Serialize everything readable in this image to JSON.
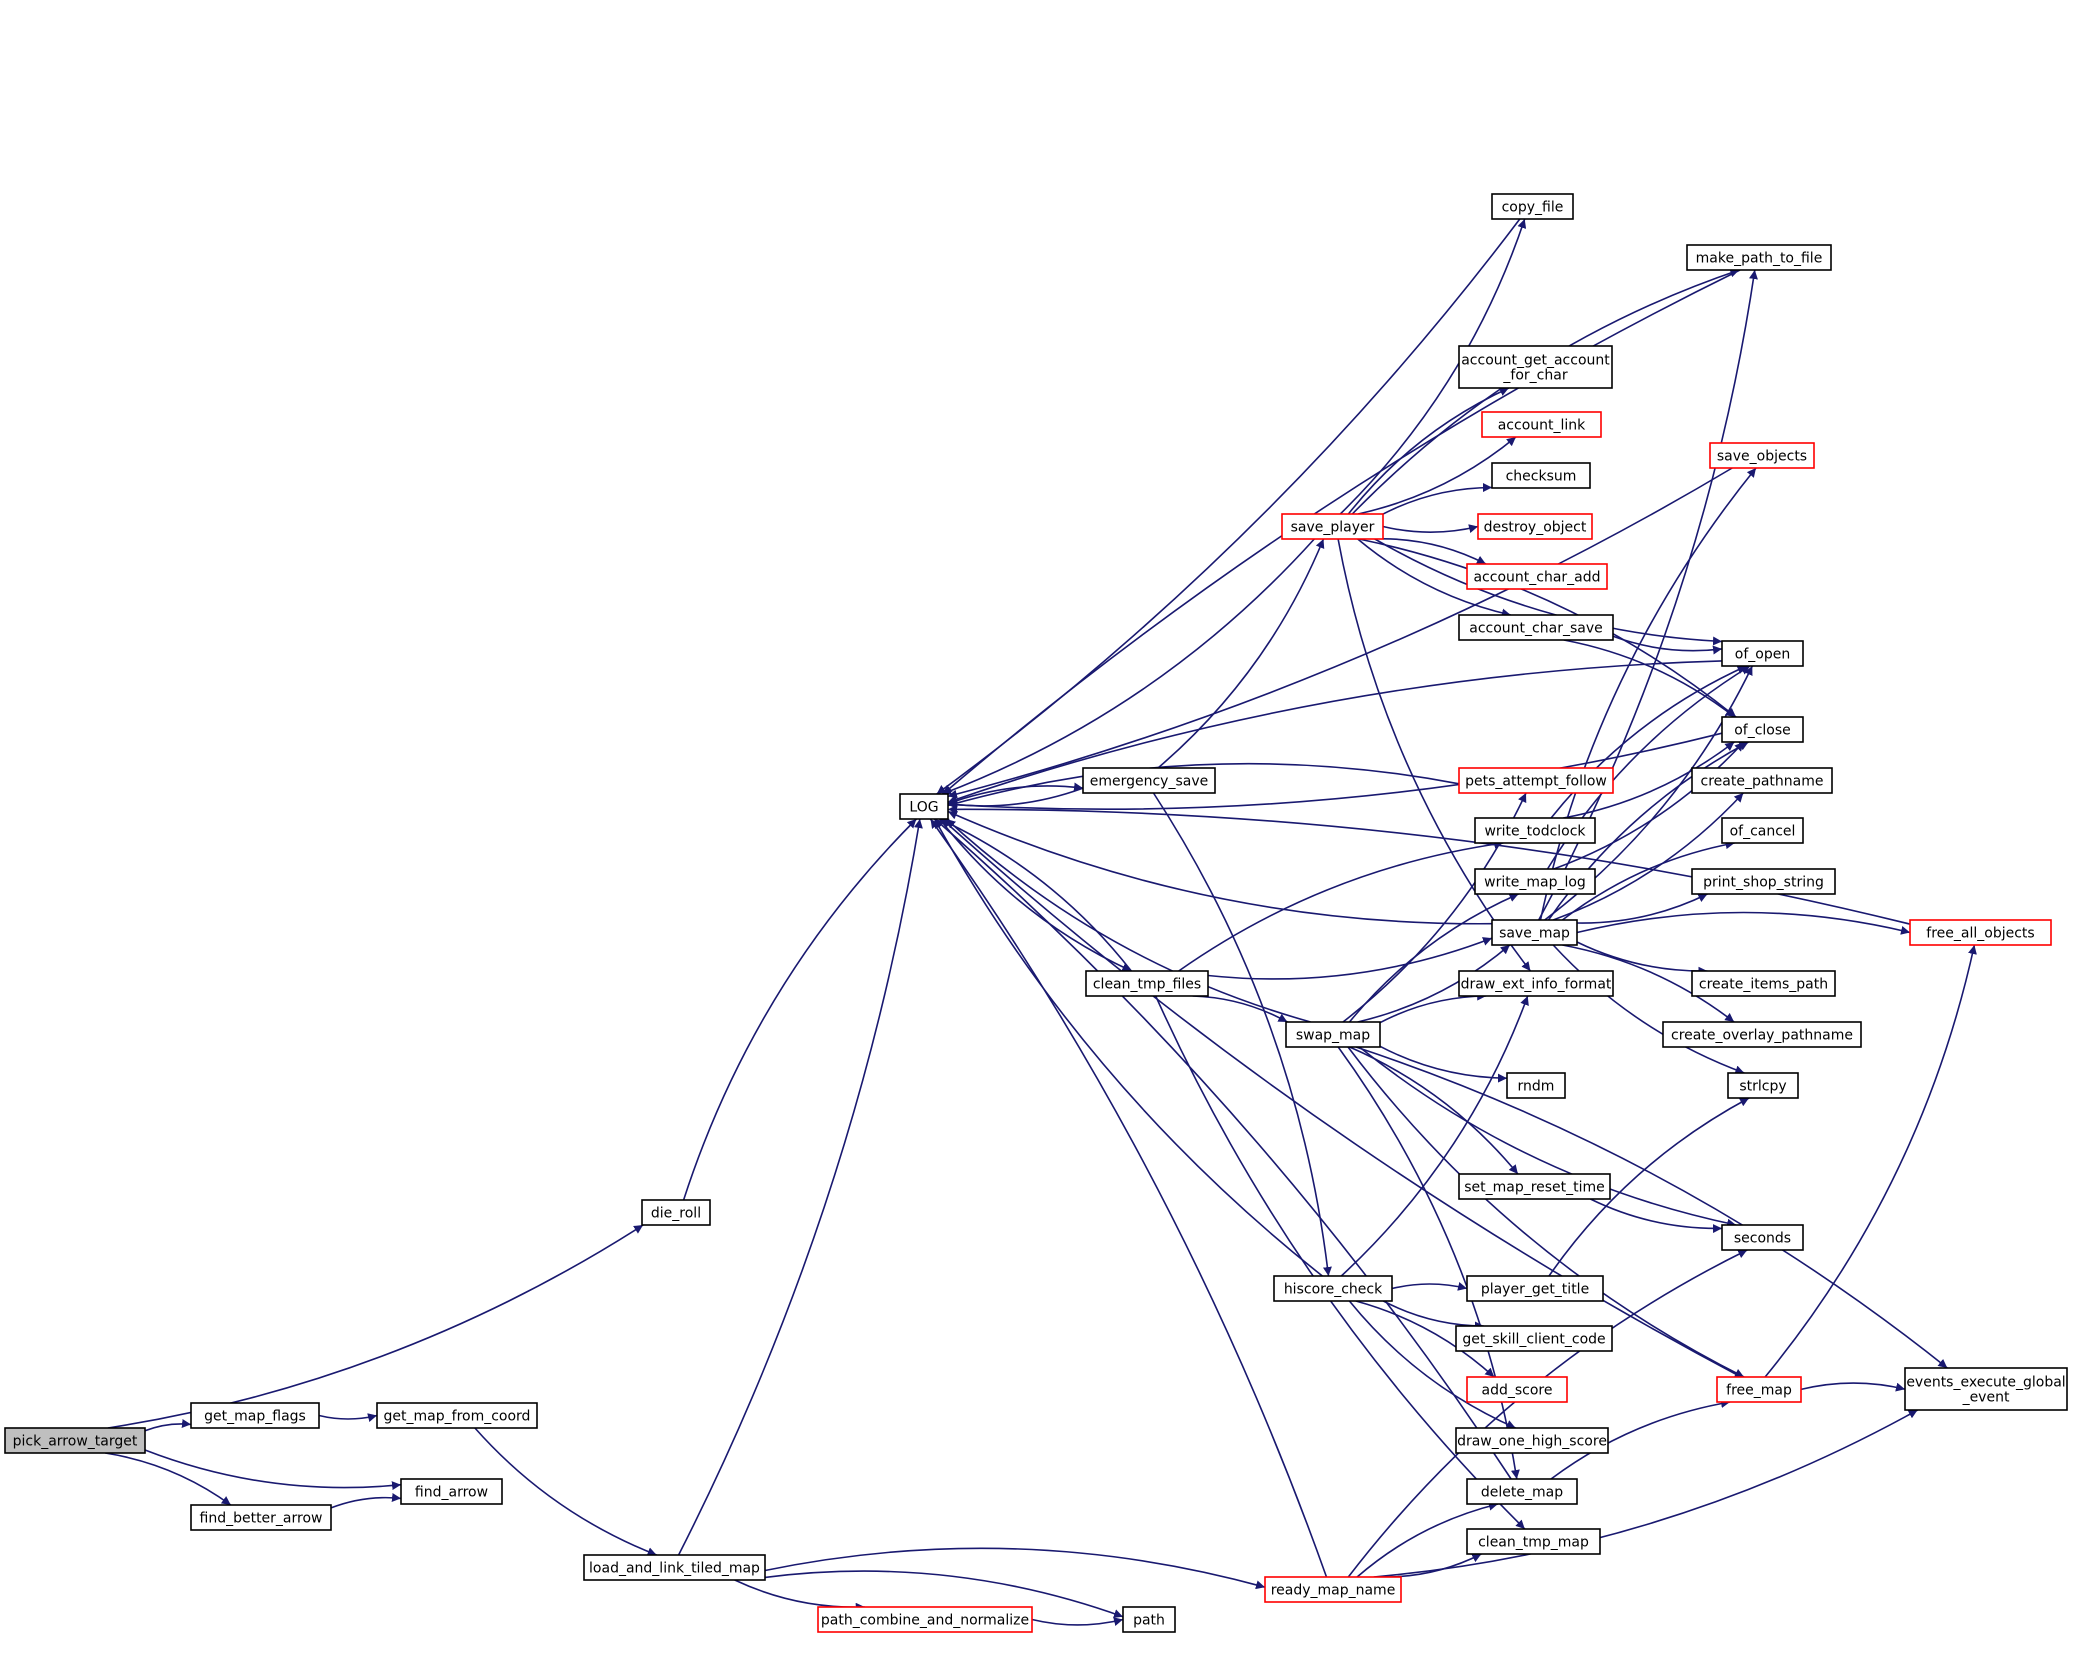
{
  "graph": {
    "edge_color": "#191970",
    "truncated_border_color": "#ff0000",
    "root_fill_color": "#bfbfbf",
    "nodes": [
      {
        "id": "pick_arrow_target",
        "lines": [
          "pick_arrow_target"
        ],
        "root": true
      },
      {
        "id": "die_roll",
        "lines": [
          "die_roll"
        ]
      },
      {
        "id": "get_map_flags",
        "lines": [
          "get_map_flags"
        ]
      },
      {
        "id": "get_map_from_coord",
        "lines": [
          "get_map_from_coord"
        ]
      },
      {
        "id": "find_arrow",
        "lines": [
          "find_arrow"
        ]
      },
      {
        "id": "find_better_arrow",
        "lines": [
          "find_better_arrow"
        ]
      },
      {
        "id": "load_and_link_tiled_map",
        "lines": [
          "load_and_link_tiled_map"
        ]
      },
      {
        "id": "path_combine_and_normalize",
        "lines": [
          "path_combine_and_normalize"
        ],
        "truncated": true
      },
      {
        "id": "path",
        "lines": [
          "path"
        ]
      },
      {
        "id": "LOG",
        "lines": [
          "LOG"
        ]
      },
      {
        "id": "emergency_save",
        "lines": [
          "emergency_save"
        ]
      },
      {
        "id": "clean_tmp_files",
        "lines": [
          "clean_tmp_files"
        ]
      },
      {
        "id": "swap_map",
        "lines": [
          "swap_map"
        ]
      },
      {
        "id": "hiscore_check",
        "lines": [
          "hiscore_check"
        ]
      },
      {
        "id": "ready_map_name",
        "lines": [
          "ready_map_name"
        ],
        "truncated": true
      },
      {
        "id": "save_player",
        "lines": [
          "save_player"
        ],
        "truncated": true
      },
      {
        "id": "copy_file",
        "lines": [
          "copy_file"
        ]
      },
      {
        "id": "account_get_account_for_char",
        "lines": [
          "account_get_account",
          "_for_char"
        ]
      },
      {
        "id": "account_link",
        "lines": [
          "account_link"
        ],
        "truncated": true
      },
      {
        "id": "checksum",
        "lines": [
          "checksum"
        ]
      },
      {
        "id": "destroy_object",
        "lines": [
          "destroy_object"
        ],
        "truncated": true
      },
      {
        "id": "account_char_add",
        "lines": [
          "account_char_add"
        ],
        "truncated": true
      },
      {
        "id": "account_char_save",
        "lines": [
          "account_char_save"
        ]
      },
      {
        "id": "pets_attempt_follow",
        "lines": [
          "pets_attempt_follow"
        ],
        "truncated": true
      },
      {
        "id": "write_todclock",
        "lines": [
          "write_todclock"
        ]
      },
      {
        "id": "write_map_log",
        "lines": [
          "write_map_log"
        ]
      },
      {
        "id": "save_map",
        "lines": [
          "save_map"
        ]
      },
      {
        "id": "draw_ext_info_format",
        "lines": [
          "draw_ext_info_format"
        ]
      },
      {
        "id": "rndm",
        "lines": [
          "rndm"
        ]
      },
      {
        "id": "set_map_reset_time",
        "lines": [
          "set_map_reset_time"
        ]
      },
      {
        "id": "player_get_title",
        "lines": [
          "player_get_title"
        ]
      },
      {
        "id": "get_skill_client_code",
        "lines": [
          "get_skill_client_code"
        ]
      },
      {
        "id": "add_score",
        "lines": [
          "add_score"
        ],
        "truncated": true
      },
      {
        "id": "draw_one_high_score",
        "lines": [
          "draw_one_high_score"
        ]
      },
      {
        "id": "delete_map",
        "lines": [
          "delete_map"
        ]
      },
      {
        "id": "clean_tmp_map",
        "lines": [
          "clean_tmp_map"
        ]
      },
      {
        "id": "make_path_to_file",
        "lines": [
          "make_path_to_file"
        ]
      },
      {
        "id": "save_objects",
        "lines": [
          "save_objects"
        ],
        "truncated": true
      },
      {
        "id": "of_open",
        "lines": [
          "of_open"
        ]
      },
      {
        "id": "of_close",
        "lines": [
          "of_close"
        ]
      },
      {
        "id": "create_pathname",
        "lines": [
          "create_pathname"
        ]
      },
      {
        "id": "of_cancel",
        "lines": [
          "of_cancel"
        ]
      },
      {
        "id": "print_shop_string",
        "lines": [
          "print_shop_string"
        ]
      },
      {
        "id": "create_items_path",
        "lines": [
          "create_items_path"
        ]
      },
      {
        "id": "create_overlay_pathname",
        "lines": [
          "create_overlay_pathname"
        ]
      },
      {
        "id": "strlcpy",
        "lines": [
          "strlcpy"
        ]
      },
      {
        "id": "seconds",
        "lines": [
          "seconds"
        ]
      },
      {
        "id": "free_map",
        "lines": [
          "free_map"
        ],
        "truncated": true
      },
      {
        "id": "free_all_objects",
        "lines": [
          "free_all_objects"
        ],
        "truncated": true
      },
      {
        "id": "events_execute_global_event",
        "lines": [
          "events_execute_global",
          "_event"
        ]
      }
    ],
    "edges": [
      [
        "pick_arrow_target",
        "die_roll"
      ],
      [
        "pick_arrow_target",
        "get_map_flags"
      ],
      [
        "pick_arrow_target",
        "find_arrow"
      ],
      [
        "pick_arrow_target",
        "find_better_arrow"
      ],
      [
        "get_map_flags",
        "get_map_from_coord"
      ],
      [
        "find_better_arrow",
        "find_arrow"
      ],
      [
        "get_map_from_coord",
        "load_and_link_tiled_map"
      ],
      [
        "die_roll",
        "LOG"
      ],
      [
        "load_and_link_tiled_map",
        "LOG"
      ],
      [
        "load_and_link_tiled_map",
        "path"
      ],
      [
        "load_and_link_tiled_map",
        "path_combine_and_normalize"
      ],
      [
        "load_and_link_tiled_map",
        "ready_map_name"
      ],
      [
        "path_combine_and_normalize",
        "path"
      ],
      [
        "LOG",
        "emergency_save"
      ],
      [
        "LOG",
        "clean_tmp_files"
      ],
      [
        "emergency_save",
        "LOG"
      ],
      [
        "emergency_save",
        "save_player"
      ],
      [
        "emergency_save",
        "hiscore_check"
      ],
      [
        "clean_tmp_files",
        "LOG"
      ],
      [
        "clean_tmp_files",
        "write_todclock"
      ],
      [
        "clean_tmp_files",
        "save_map"
      ],
      [
        "clean_tmp_files",
        "swap_map"
      ],
      [
        "clean_tmp_files",
        "clean_tmp_map"
      ],
      [
        "save_player",
        "LOG"
      ],
      [
        "save_player",
        "copy_file"
      ],
      [
        "save_player",
        "make_path_to_file"
      ],
      [
        "save_player",
        "of_open"
      ],
      [
        "save_player",
        "account_get_account_for_char"
      ],
      [
        "save_player",
        "account_link"
      ],
      [
        "save_player",
        "checksum"
      ],
      [
        "save_player",
        "destroy_object"
      ],
      [
        "save_player",
        "account_char_add"
      ],
      [
        "save_player",
        "account_char_save"
      ],
      [
        "save_player",
        "of_close"
      ],
      [
        "save_player",
        "draw_ext_info_format"
      ],
      [
        "copy_file",
        "LOG"
      ],
      [
        "account_char_save",
        "of_open"
      ],
      [
        "account_char_save",
        "of_close"
      ],
      [
        "pets_attempt_follow",
        "LOG"
      ],
      [
        "write_todclock",
        "of_open"
      ],
      [
        "write_todclock",
        "of_close"
      ],
      [
        "write_map_log",
        "of_open"
      ],
      [
        "write_map_log",
        "of_close"
      ],
      [
        "save_map",
        "LOG"
      ],
      [
        "save_map",
        "make_path_to_file"
      ],
      [
        "save_map",
        "save_objects"
      ],
      [
        "save_map",
        "of_open"
      ],
      [
        "save_map",
        "of_close"
      ],
      [
        "save_map",
        "create_pathname"
      ],
      [
        "save_map",
        "of_cancel"
      ],
      [
        "save_map",
        "print_shop_string"
      ],
      [
        "save_map",
        "free_all_objects"
      ],
      [
        "save_map",
        "create_items_path"
      ],
      [
        "save_map",
        "create_overlay_pathname"
      ],
      [
        "save_map",
        "strlcpy"
      ],
      [
        "swap_map",
        "LOG"
      ],
      [
        "swap_map",
        "pets_attempt_follow"
      ],
      [
        "swap_map",
        "write_map_log"
      ],
      [
        "swap_map",
        "save_map"
      ],
      [
        "swap_map",
        "draw_ext_info_format"
      ],
      [
        "swap_map",
        "rndm"
      ],
      [
        "swap_map",
        "set_map_reset_time"
      ],
      [
        "swap_map",
        "seconds"
      ],
      [
        "swap_map",
        "delete_map"
      ],
      [
        "swap_map",
        "free_map"
      ],
      [
        "swap_map",
        "events_execute_global_event"
      ],
      [
        "set_map_reset_time",
        "seconds"
      ],
      [
        "hiscore_check",
        "LOG"
      ],
      [
        "hiscore_check",
        "draw_ext_info_format"
      ],
      [
        "hiscore_check",
        "player_get_title"
      ],
      [
        "hiscore_check",
        "get_skill_client_code"
      ],
      [
        "hiscore_check",
        "add_score"
      ],
      [
        "hiscore_check",
        "draw_one_high_score"
      ],
      [
        "player_get_title",
        "strlcpy"
      ],
      [
        "delete_map",
        "LOG"
      ],
      [
        "delete_map",
        "free_map"
      ],
      [
        "ready_map_name",
        "LOG"
      ],
      [
        "ready_map_name",
        "delete_map"
      ],
      [
        "ready_map_name",
        "clean_tmp_map"
      ],
      [
        "ready_map_name",
        "seconds"
      ],
      [
        "ready_map_name",
        "events_execute_global_event"
      ],
      [
        "free_map",
        "LOG"
      ],
      [
        "free_map",
        "free_all_objects"
      ],
      [
        "free_map",
        "events_execute_global_event"
      ],
      [
        "make_path_to_file",
        "LOG"
      ],
      [
        "save_objects",
        "LOG"
      ],
      [
        "of_open",
        "LOG"
      ],
      [
        "of_close",
        "LOG"
      ],
      [
        "free_all_objects",
        "LOG"
      ]
    ]
  }
}
